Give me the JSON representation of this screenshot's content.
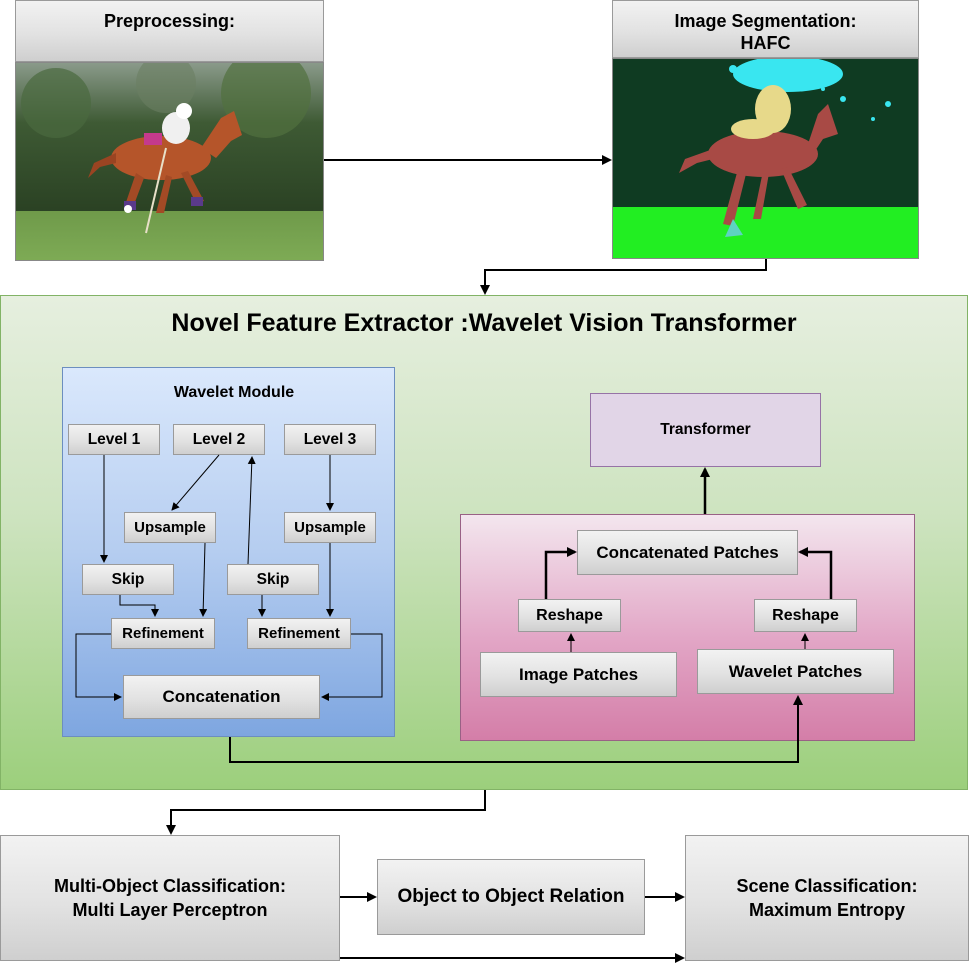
{
  "preprocessing": {
    "label": "Preprocessing:",
    "image": "polo-horse-photo"
  },
  "segmentation": {
    "label_line1": "Image Segmentation:",
    "label_line2": "HAFC",
    "image": "segmented-polo-horse"
  },
  "feature_extractor": {
    "title": "Novel Feature Extractor :Wavelet Vision Transformer"
  },
  "wavelet_module": {
    "title": "Wavelet Module",
    "level1": "Level 1",
    "level2": "Level 2",
    "level3": "Level 3",
    "upsample": "Upsample",
    "skip": "Skip",
    "refinement": "Refinement",
    "concatenation": "Concatenation"
  },
  "transformer_block": {
    "transformer": "Transformer",
    "concatenated_patches": "Concatenated Patches",
    "reshape": "Reshape",
    "image_patches": "Image Patches",
    "wavelet_patches": "Wavelet Patches"
  },
  "bottom": {
    "mlp_line1": "Multi-Object Classification:",
    "mlp_line2": "Multi Layer Perceptron",
    "relation": "Object to Object Relation",
    "scene_line1": "Scene Classification:",
    "scene_line2": "Maximum Entropy"
  },
  "colors": {
    "main_panel": "#b9d7a4",
    "wavelet_panel": "#a9c4ec",
    "patch_panel": "#e2a6c6",
    "transformer": "#e1d5e7"
  }
}
